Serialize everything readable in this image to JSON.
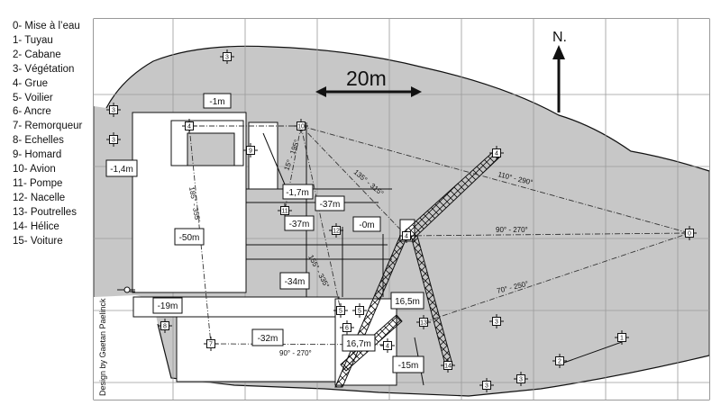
{
  "legend": [
    {
      "num": 0,
      "label": "0- Mise à l’eau"
    },
    {
      "num": 1,
      "label": "1- Tuyau"
    },
    {
      "num": 2,
      "label": "2- Cabane"
    },
    {
      "num": 3,
      "label": "3- Végétation"
    },
    {
      "num": 4,
      "label": "4- Grue"
    },
    {
      "num": 5,
      "label": "5- Voilier"
    },
    {
      "num": 6,
      "label": "6- Ancre"
    },
    {
      "num": 7,
      "label": "7- Remorqueur"
    },
    {
      "num": 8,
      "label": "8- Echelles"
    },
    {
      "num": 9,
      "label": "9- Homard"
    },
    {
      "num": 10,
      "label": "10- Avion"
    },
    {
      "num": 11,
      "label": "11- Pompe"
    },
    {
      "num": 12,
      "label": "12- Nacelle"
    },
    {
      "num": 13,
      "label": "13- Poutrelles"
    },
    {
      "num": 14,
      "label": "14- Hélice"
    },
    {
      "num": 15,
      "label": "15- Voiture"
    }
  ],
  "north_label": "N.",
  "scale_label": "20m",
  "credit": "Design by Gaetan Paelinck",
  "depths": [
    "-1m",
    "-1,4m",
    "-1,7m",
    "-37m",
    "-37m",
    "-0m",
    "-50m",
    "-34m",
    "-19m",
    "16,5m",
    "-32m",
    "16,7m",
    "-15m"
  ],
  "bearings": [
    "15° - 195°",
    "135° - 315°",
    "110° - 290°",
    "185° - 355°",
    "90° - 270°",
    "155° - 335°",
    "70° - 250°",
    "90° - 270°"
  ],
  "colors": {
    "site": "#c7c7c7",
    "ink": "#111111",
    "page": "#ffffff"
  }
}
